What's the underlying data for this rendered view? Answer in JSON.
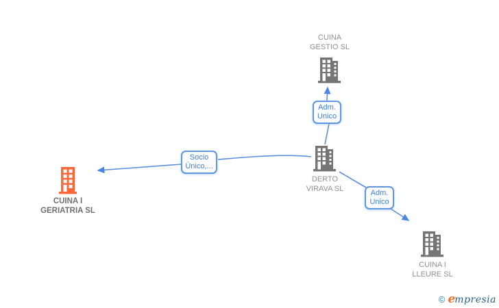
{
  "diagram": {
    "type": "corporate-relationship-graph",
    "background": "#ffffff"
  },
  "nodes": [
    {
      "id": "cuina-gestio-sl",
      "name": "CUINA GESTIO SL",
      "line1": "CUINA",
      "line2": "GESTIO SL",
      "icon": "building-icon",
      "icon_color": "#757575",
      "highlighted": false
    },
    {
      "id": "derto-virava-sl",
      "name": "DERTO VIRAVA SL",
      "line1": "DERTO",
      "line2": "VIRAVA SL",
      "icon": "building-icon",
      "icon_color": "#757575",
      "highlighted": false
    },
    {
      "id": "cuina-i-geriatria-sl",
      "name": "CUINA I GERIATRIA SL",
      "line1": "CUINA I",
      "line2": "GERIATRIA SL",
      "icon": "building-icon",
      "icon_color": "#fa683a",
      "highlighted": true
    },
    {
      "id": "cuina-i-lleure-sl",
      "name": "CUINA I LLEURE SL",
      "line1": "CUINA I",
      "line2": "LLEURE SL",
      "icon": "building-icon",
      "icon_color": "#757575",
      "highlighted": false
    }
  ],
  "edges": [
    {
      "from": "DERTO VIRAVA SL",
      "to": "CUINA GESTIO SL",
      "label_line1": "Adm.",
      "label_line2": "Unico"
    },
    {
      "from": "DERTO VIRAVA SL",
      "to": "CUINA I GERIATRIA SL",
      "label_line1": "Socio",
      "label_line2": "Único,..."
    },
    {
      "from": "DERTO VIRAVA SL",
      "to": "CUINA I LLEURE SL",
      "label_line1": "Adm.",
      "label_line2": "Unico"
    }
  ],
  "colors": {
    "edge_line": "#5a8fdd",
    "edge_arrowhead": "#4a86e8",
    "edge_label_border": "#5e97e0",
    "edge_label_text": "#4181d9",
    "node_label_text": "#8f8f8f",
    "highlighted_node_label_text": "#6f6f6f",
    "building_gray": "#757575",
    "building_orange": "#fa683a"
  },
  "footer": {
    "copyright_symbol": "©",
    "brand_initial": "e",
    "brand_rest": "mpresia"
  }
}
